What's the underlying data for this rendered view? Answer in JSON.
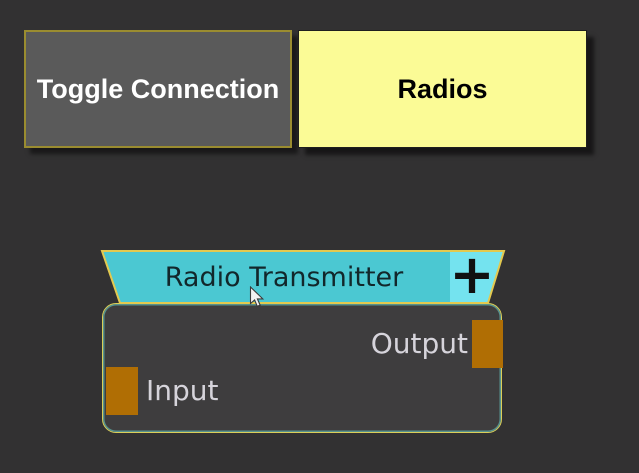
{
  "app": {
    "background_color": "#323132"
  },
  "toolbar": {
    "toggle_connection_button": {
      "label": "Toggle Connection",
      "bg_color": "#5A5A5A",
      "border_color": "#9A8C30",
      "text_color": "#FFFFFF"
    },
    "radios_button": {
      "label": "Radios",
      "bg_color": "#FBFB96",
      "text_color": "#000000"
    }
  },
  "node": {
    "title": "Radio Transmitter",
    "add_button_label": "+",
    "header_fill": "#4BC8D2",
    "header_add_fill": "#74E3EF",
    "header_border_color": "#E3C94F",
    "body_fill": "#3E3D3E",
    "body_border_color": "#DBCE58",
    "port_color": "#B06E04",
    "inputs": [
      {
        "label": "Input"
      }
    ],
    "outputs": [
      {
        "label": "Output"
      }
    ]
  },
  "cursor": {
    "type": "arrow"
  }
}
